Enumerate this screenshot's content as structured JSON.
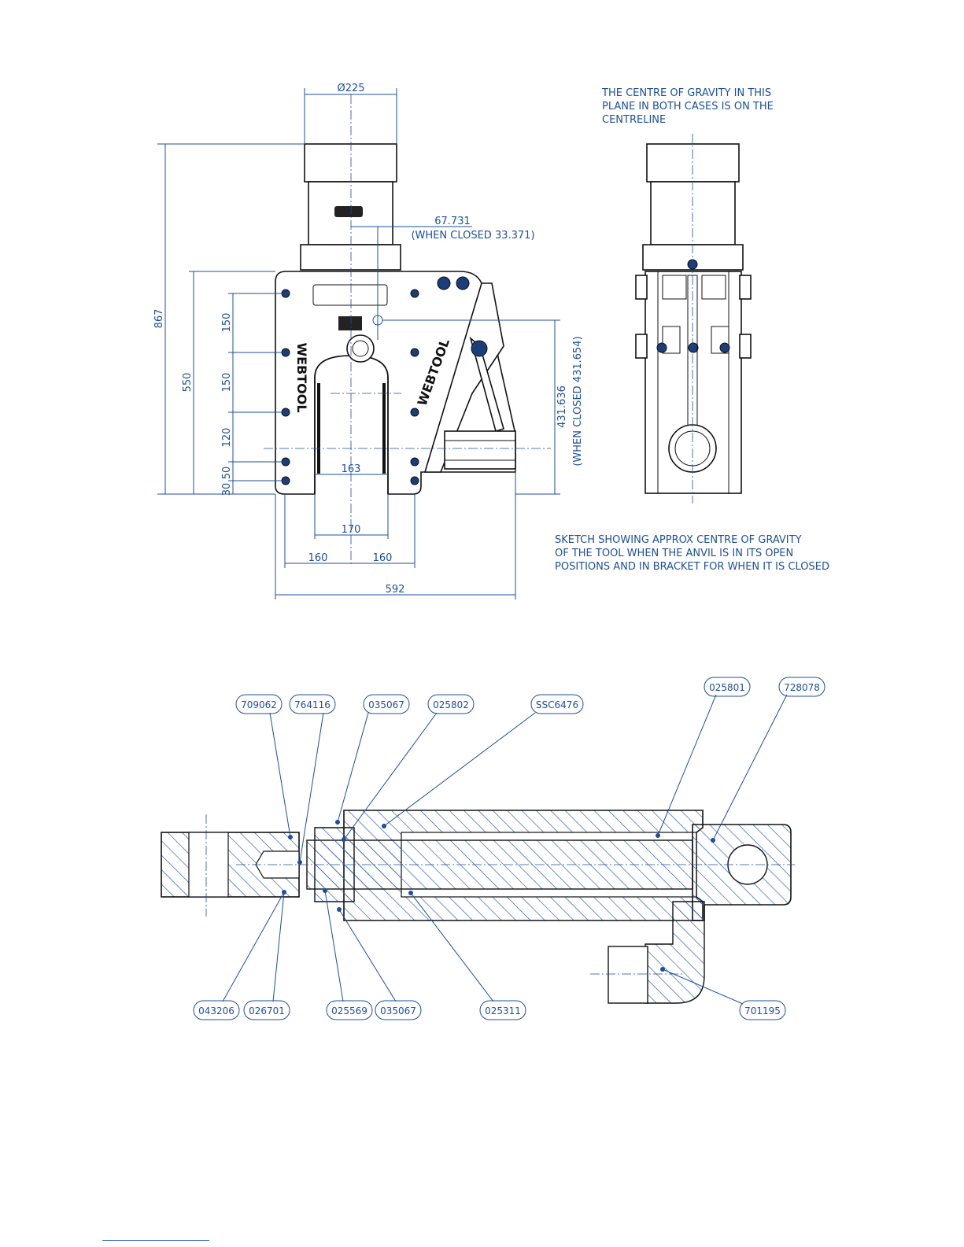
{
  "top_drawing": {
    "dimensions": {
      "diameter": "Ø225",
      "offset_open": "67.731",
      "offset_closed": "(WHEN CLOSED 33.371)",
      "height_total": "867",
      "height_frame": "550",
      "pitch_a": "150",
      "pitch_b": "150",
      "pitch_c": "120",
      "pitch_d": "50",
      "pitch_e": "30",
      "cg_height_open": "431.636",
      "cg_height_closed": "(WHEN CLOSED 431.654)",
      "gap_inner": "163",
      "gap_width": "170",
      "half_left": "160",
      "half_right": "160",
      "overall_width": "592"
    },
    "brand_mark_left": "WEBTOOL",
    "brand_mark_right": "WEBTOOL",
    "note_centreline": [
      "THE CENTRE OF GRAVITY IN THIS",
      "PLANE IN BOTH CASES IS ON THE",
      "CENTRELINE"
    ],
    "note_sketch": [
      "SKETCH SHOWING APPROX CENTRE OF GRAVITY",
      "OF THE TOOL WHEN THE ANVIL IS IN ITS OPEN",
      "POSITIONS AND IN BRACKET FOR WHEN IT IS CLOSED"
    ]
  },
  "bottom_drawing": {
    "part_tags_top": [
      "709062",
      "764116",
      "035067",
      "025802",
      "SSC6476",
      "025801",
      "728078"
    ],
    "part_tags_bottom": [
      "043206",
      "026701",
      "025569",
      "035067",
      "025311",
      "701195"
    ]
  },
  "colors": {
    "annotation": "#1c4f9c",
    "outline": "#111111",
    "hatch": "#2e64b7"
  }
}
